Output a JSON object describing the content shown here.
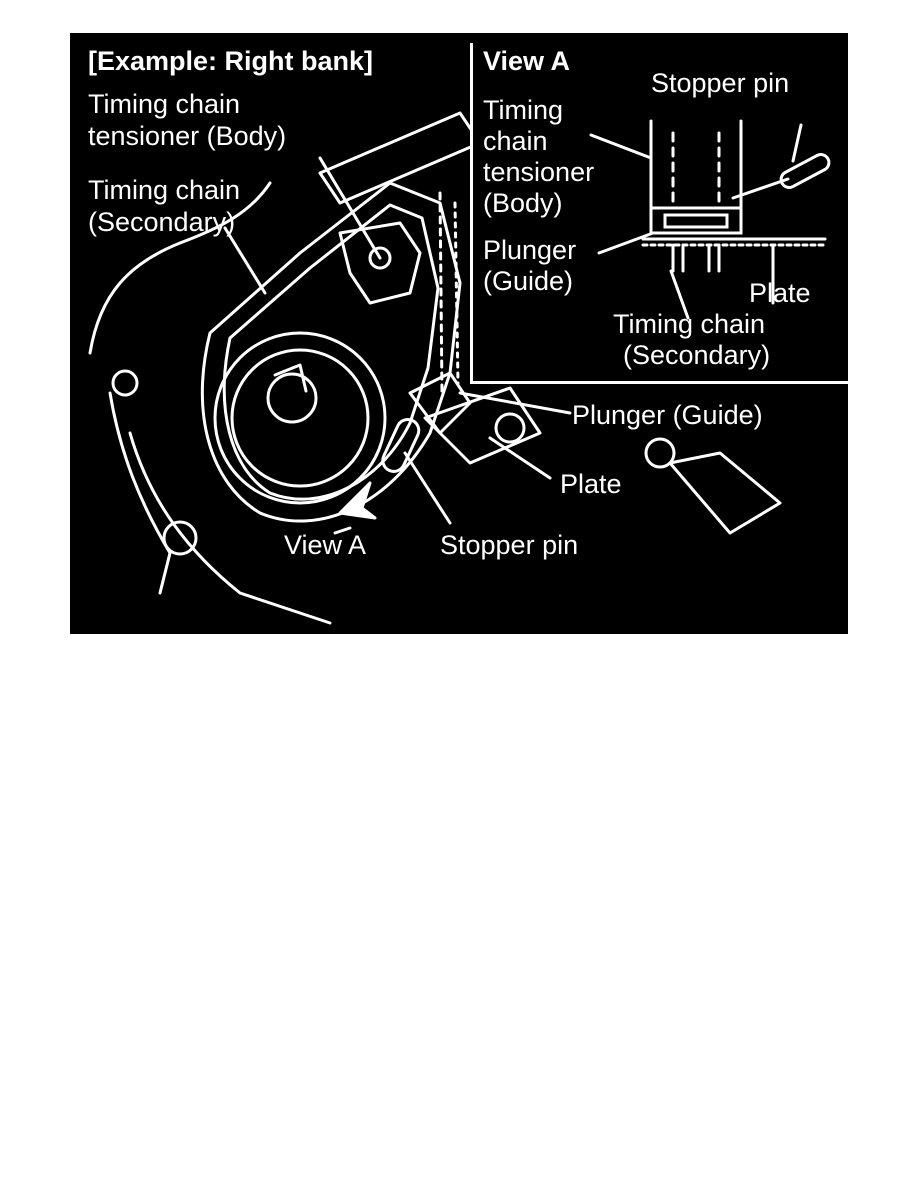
{
  "colors": {
    "background": "#000000",
    "linework": "#ffffff",
    "page": "#ffffff"
  },
  "main": {
    "title": "[Example: Right bank]",
    "labels": {
      "tensioner_line1": "Timing chain",
      "tensioner_line2": "tensioner (Body)",
      "chain_line1": "Timing chain",
      "chain_line2": "(Secondary)",
      "plunger": "Plunger (Guide)",
      "plate": "Plate",
      "view_a": "View A",
      "stopper_pin": "Stopper pin"
    }
  },
  "inset": {
    "title": "View A",
    "labels": {
      "stopper_pin": "Stopper pin",
      "tensioner_line1": "Timing",
      "tensioner_line2": "chain",
      "tensioner_line3": "tensioner",
      "tensioner_line4": "(Body)",
      "plunger_line1": "Plunger",
      "plunger_line2": "(Guide)",
      "plate": "Plate",
      "chain_line1": "Timing chain",
      "chain_line2": "(Secondary)"
    }
  }
}
